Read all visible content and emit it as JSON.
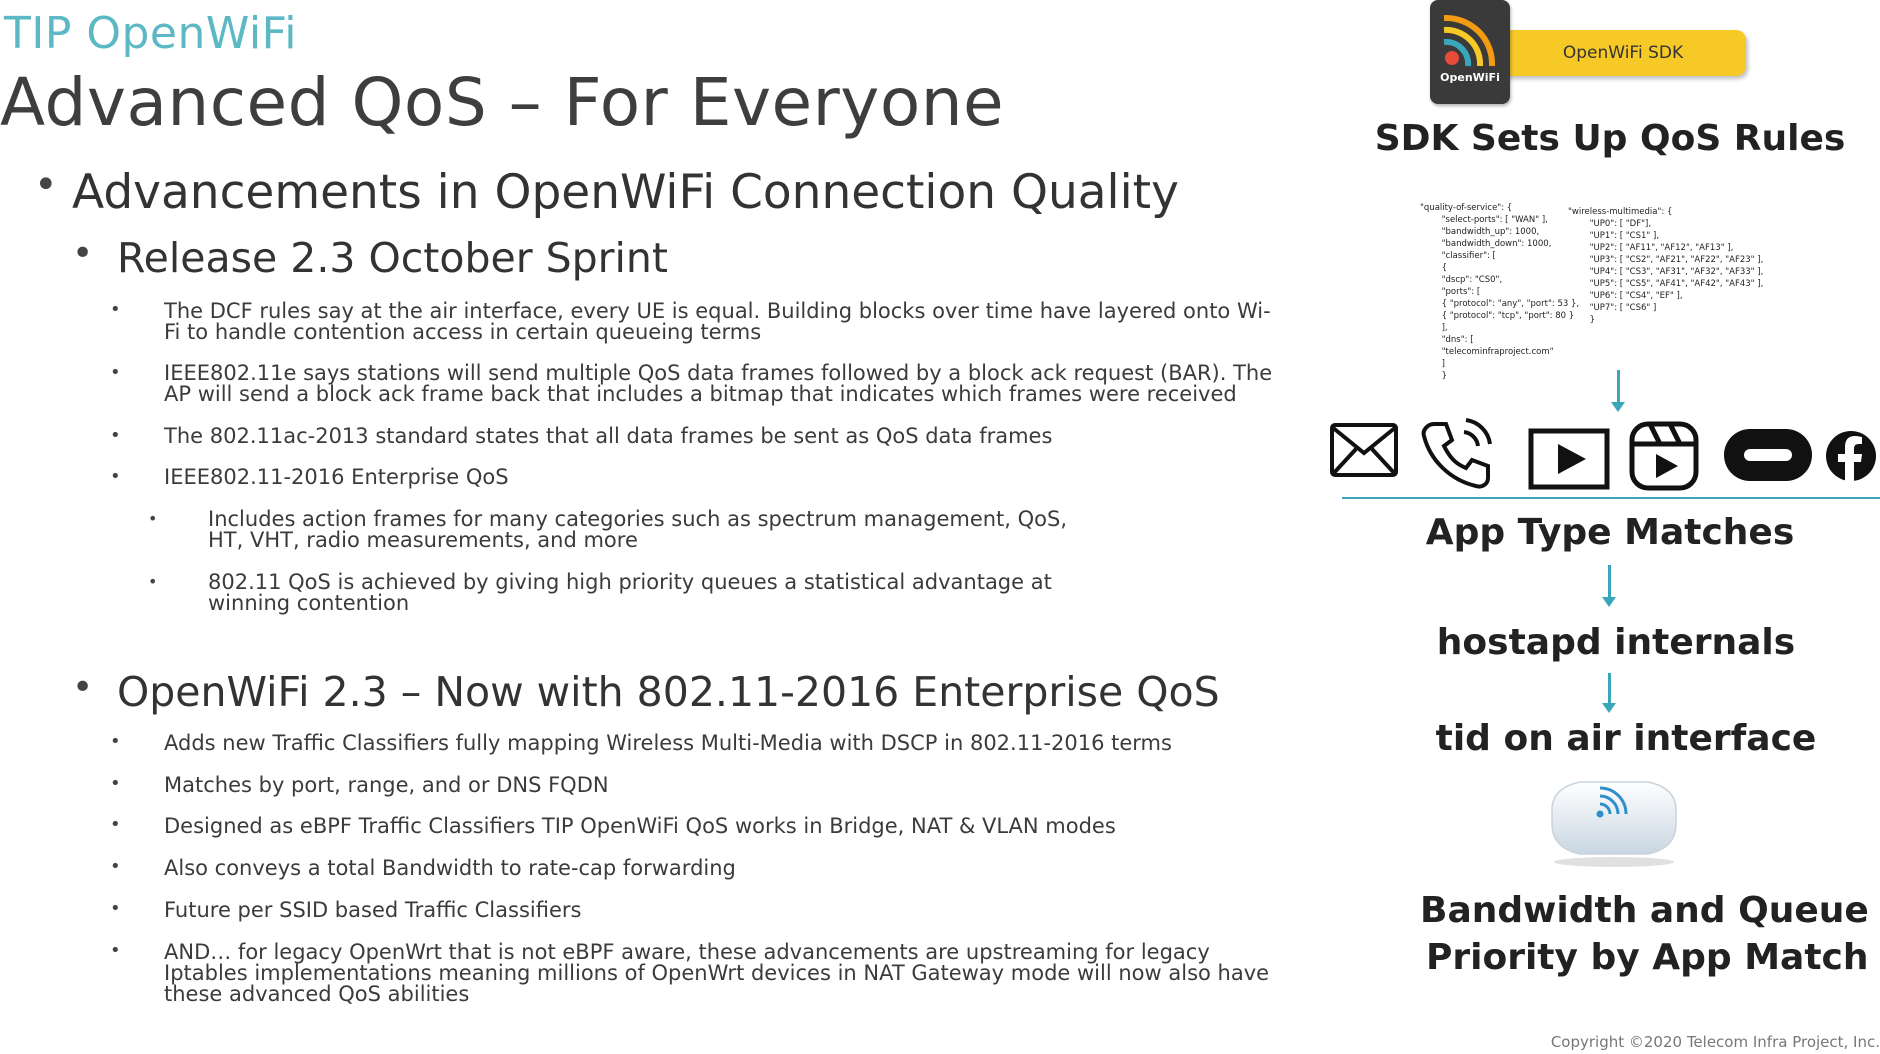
{
  "header": {
    "brand": "TIP OpenWiFi",
    "title": "Advanced QoS – For Everyone"
  },
  "content": {
    "level1_a": "Advancements in OpenWiFi Connection Quality",
    "release_heading": "Release 2.3 October Sprint",
    "release_bullets": [
      "The DCF rules say at the air interface, every UE is equal. Building blocks over time have layered onto Wi-Fi to handle contention access in certain queueing terms",
      "IEEE802.11e says stations will send multiple QoS data frames followed by a block ack request (BAR). The AP will send a block ack frame back that includes a bitmap that indicates which frames were received",
      "The 802.11ac-2013 standard states that all data frames be sent as QoS data frames",
      "IEEE802.11-2016 Enterprise QoS"
    ],
    "sub_bullets": [
      "Includes action frames for many categories such as spectrum management, QoS, HT, VHT, radio measurements, and more",
      "802.11 QoS is achieved by giving high priority queues a statistical advantage at winning contention"
    ],
    "openwifi_heading": "OpenWiFi 2.3 – Now with 802.11-2016 Enterprise QoS",
    "openwifi_bullets": [
      "Adds new Traffic Classifiers fully mapping Wireless Multi-Media with DSCP in 802.11-2016 terms",
      "Matches by port, range, and or DNS FQDN",
      "Designed as eBPF Traffic Classifiers TIP OpenWiFi QoS works in Bridge, NAT & VLAN modes",
      "Also conveys a total Bandwidth to rate-cap forwarding",
      "Future per SSID based Traffic Classifiers",
      "AND… for legacy OpenWrt that is not eBPF aware, these advancements are upstreaming for legacy Iptables implementations meaning millions of OpenWrt devices in NAT Gateway mode will now also have these advanced QoS abilities"
    ]
  },
  "diagram": {
    "sdk_logo_label": "OpenWiFi",
    "sdk_label": "OpenWiFi SDK",
    "heading_rules": "SDK Sets Up QoS Rules",
    "code_left": "\"quality-of-service\": {\n        \"select-ports\": [ \"WAN\" ],\n        \"bandwidth_up\": 1000,\n        \"bandwidth_down\": 1000,\n        \"classifier\": [\n        {\n        \"dscp\": \"CS0\",\n        \"ports\": [\n        { \"protocol\": \"any\", \"port\": 53 },\n        { \"protocol\": \"tcp\", \"port\": 80 }\n        ],\n        \"dns\": [\n        \"telecominfraproject.com\"\n        ]\n        }",
    "code_right": "\"wireless-multimedia\": {\n        \"UP0\": [ \"DF\"],\n        \"UP1\": [ \"CS1\" ],\n        \"UP2\": [ \"AF11\", \"AF12\", \"AF13\" ],\n        \"UP3\": [ \"CS2\", \"AF21\", \"AF22\", \"AF23\" ],\n        \"UP4\": [ \"CS3\", \"AF31\", \"AF32\", \"AF33\" ],\n        \"UP5\": [ \"CS5\", \"AF41\", \"AF42\", \"AF43\" ],\n        \"UP6\": [ \"CS4\", \"EF\" ],\n        \"UP7\": [ \"CS6\" ]\n        }",
    "heading_app": "App Type Matches",
    "heading_hostapd": "hostapd internals",
    "heading_tid": "tid on air interface",
    "heading_bandwidth_1": "Bandwidth and Queue",
    "heading_bandwidth_2": "Priority by App Match",
    "icons": [
      "mail-icon",
      "phone-icon",
      "video-play-icon",
      "reels-icon",
      "pill-icon",
      "facebook-icon",
      "access-point-icon",
      "wifi-icon"
    ],
    "colors": {
      "accent": "#3aa6b9",
      "brand": "#5bb8c4",
      "sdk_yellow": "#f7c927"
    }
  },
  "footer": {
    "copyright": "Copyright ©2020 Telecom Infra Project, Inc."
  }
}
